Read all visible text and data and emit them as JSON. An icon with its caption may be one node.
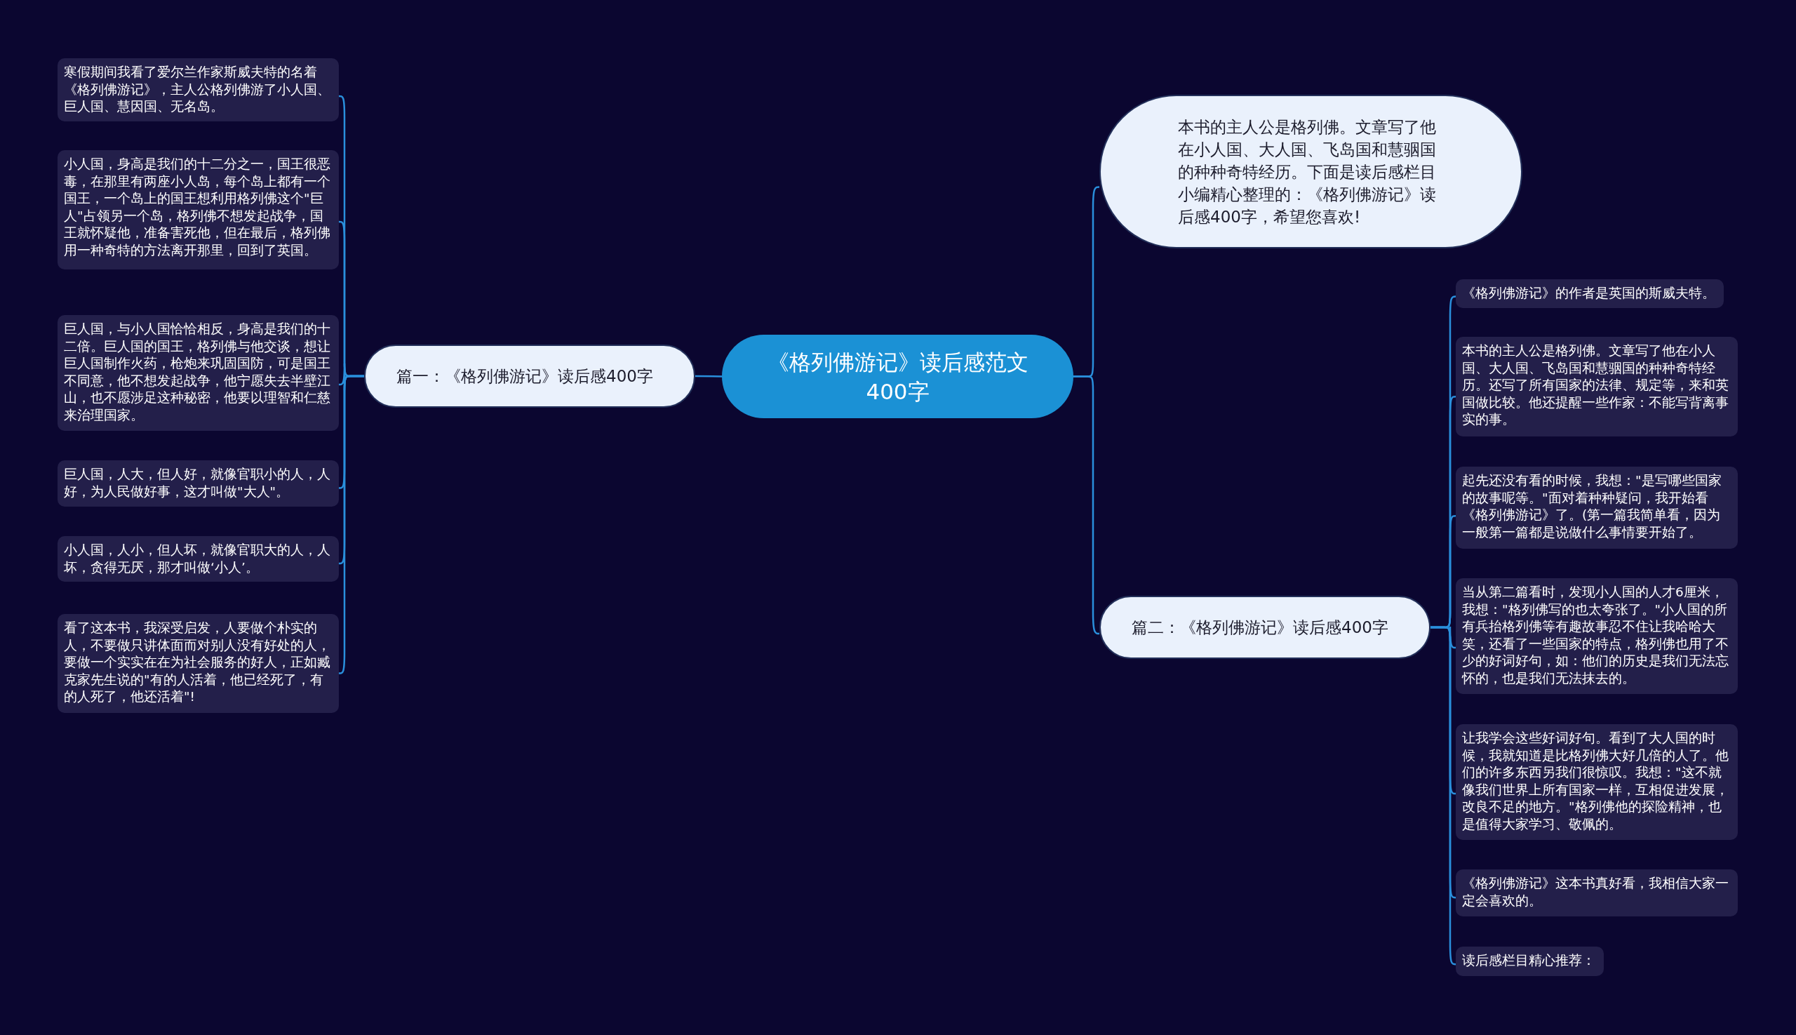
{
  "diagram": {
    "nodes": [
      {
        "text": [
          "《格列佛游记》读后感范文400字"
        ]
      },
      {
        "text": [
          "本书的主人公是格列佛。文章写了他在小人国、大人国、飞岛国和慧骃国的种种奇特经历。下面是读后感栏目小编精心整理的：《格列佛游记》读后感400字，希望您喜欢!"
        ]
      },
      {
        "text": [
          "篇一：《格列佛游记》读后感400字"
        ]
      },
      {
        "text": [
          "寒假期间我看了爱尔兰作家斯威夫特的名着《格列佛游记》，主人公格列佛游了小人国、巨人国、慧因国、无名岛。"
        ]
      },
      {
        "text": [
          "小人国，身高是我们的十二分之一，国王很恶毒，在那里有两座小人岛，每个岛上都有一个国王，一个岛上的国王想利用格列佛这个\"巨人\"占领另一个岛，格列佛不想发起战争，国王就怀疑他，准备害死他，但在最后，格列佛用一种奇特的方法离开那里，回到了英国。"
        ]
      },
      {
        "text": [
          "巨人国，与小人国恰恰相反，身高是我们的十二倍。巨人国的国王，格列佛与他交谈，想让巨人国制作火药，枪炮来巩固国防，可是国王不同意，他不想发起战争，他宁愿失去半壁江山，也不愿涉足这种秘密，他要以理智和仁慈来治理国家。"
        ]
      },
      {
        "text": [
          "巨人国，人大，但人好，就像官职小的人，人好，为人民做好事，这才叫做\"大人\"。"
        ]
      },
      {
        "text": [
          "小人国，人小，但人坏，就像官职大的人，人坏，贪得无厌，那才叫做‘小人’。"
        ]
      },
      {
        "text": [
          "看了这本书，我深受启发，人要做个朴实的人，不要做只讲体面而对别人没有好处的人，要做一个实实在在为社会服务的好人，正如臧克家先生说的\"有的人活着，他已经死了，有的人死了，他还活着\"!"
        ]
      },
      {
        "text": [
          "篇二：《格列佛游记》读后感400字"
        ]
      },
      {
        "text": [
          "《格列佛游记》的作者是英国的斯威夫特。"
        ]
      },
      {
        "text": [
          "本书的主人公是格列佛。文章写了他在小人国、大人国、飞岛国和慧骃国的种种奇特经历。还写了所有国家的法律、规定等，来和英国做比较。他还提醒一些作家：不能写背离事实的事。"
        ]
      },
      {
        "text": [
          "起先还没有看的时候，我想：\"是写哪些国家的故事呢等。\"面对着种种疑问，我开始看《格列佛游记》了。(第一篇我简单看，因为一般第一篇都是说做什么事情要开始了。"
        ]
      },
      {
        "text": [
          "当从第二篇看时，发现小人国的人才6厘米，我想：\"格列佛写的也太夸张了。\"小人国的所有兵抬格列佛等有趣故事忍不住让我哈哈大笑，还看了一些国家的特点，格列佛也用了不少的好词好句，如：他们的历史是我们无法忘怀的，也是我们无法抹去的。"
        ]
      },
      {
        "text": [
          "让我学会这些好词好句。看到了大人国的时候，我就知道是比格列佛大好几倍的人了。他们的许多东西另我们很惊叹。我想：\"这不就像我们世界上所有国家一样，互相促进发展，改良不足的地方。\"格列佛他的探险精神，也是值得大家学习、敬佩的。"
        ]
      },
      {
        "text": [
          "《格列佛游记》这本书真好看，我相信大家一定会喜欢的。"
        ]
      },
      {
        "text": [
          "读后感栏目精心推荐："
        ]
      }
    ],
    "edges": [
      {
        "from": 0,
        "to": 1,
        "arrow": "none"
      },
      {
        "from": 0,
        "to": 2,
        "arrow": "none"
      },
      {
        "from": 2,
        "to": 3,
        "arrow": "none"
      },
      {
        "from": 2,
        "to": 4,
        "arrow": "none"
      },
      {
        "from": 2,
        "to": 5,
        "arrow": "none"
      },
      {
        "from": 2,
        "to": 6,
        "arrow": "none"
      },
      {
        "from": 2,
        "to": 7,
        "arrow": "none"
      },
      {
        "from": 2,
        "to": 8,
        "arrow": "none"
      },
      {
        "from": 0,
        "to": 9,
        "arrow": "none"
      },
      {
        "from": 9,
        "to": 10,
        "arrow": "none"
      },
      {
        "from": 9,
        "to": 11,
        "arrow": "none"
      },
      {
        "from": 9,
        "to": 12,
        "arrow": "none"
      },
      {
        "from": 9,
        "to": 13,
        "arrow": "none"
      },
      {
        "from": 9,
        "to": 14,
        "arrow": "none"
      },
      {
        "from": 9,
        "to": 15,
        "arrow": "none"
      },
      {
        "from": 9,
        "to": 16,
        "arrow": "none"
      }
    ]
  }
}
